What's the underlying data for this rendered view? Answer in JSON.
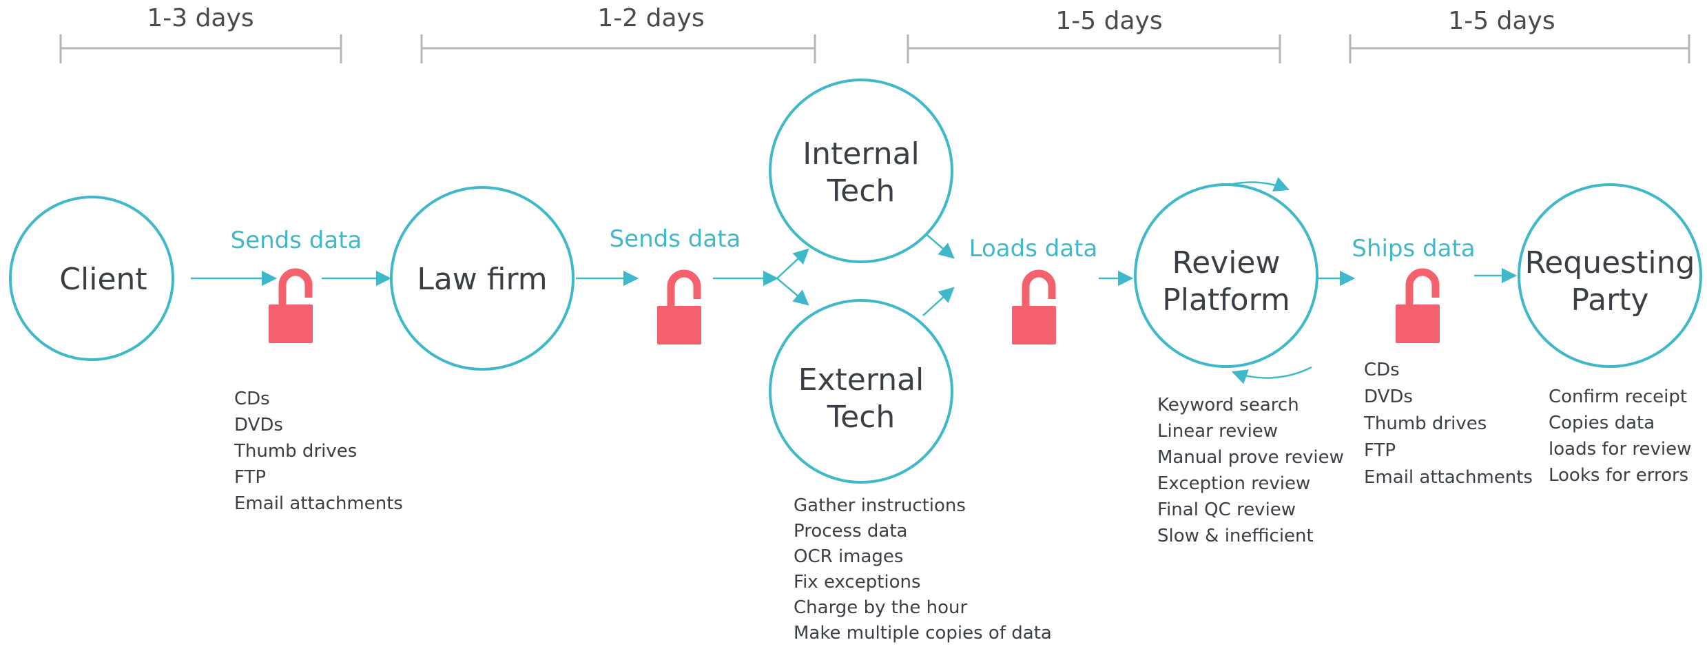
{
  "durations": [
    {
      "label": "1-3 days"
    },
    {
      "label": "1-2 days"
    },
    {
      "label": "1-5 days"
    },
    {
      "label": "1-5 days"
    }
  ],
  "nodes": {
    "client": {
      "lines": [
        "Client"
      ]
    },
    "law_firm": {
      "lines": [
        "Law firm"
      ]
    },
    "internal_tech": {
      "lines": [
        "Internal",
        "Tech"
      ]
    },
    "external_tech": {
      "lines": [
        "External",
        "Tech"
      ]
    },
    "review_platform": {
      "lines": [
        "Review",
        "Platform"
      ]
    },
    "requesting_party": {
      "lines": [
        "Requesting",
        "Party"
      ]
    }
  },
  "actions": [
    {
      "label": "Sends data"
    },
    {
      "label": "Sends data"
    },
    {
      "label": "Loads data"
    },
    {
      "label": "Ships data"
    }
  ],
  "notes": {
    "client_transfer": [
      "CDs",
      "DVDs",
      "Thumb drives",
      "FTP",
      "Email attachments"
    ],
    "tech_processing": [
      "Gather instructions",
      "Process data",
      "OCR images",
      "Fix exceptions",
      "Charge by the hour",
      "Make multiple copies of data"
    ],
    "review": [
      "Keyword search",
      "Linear review",
      "Manual prove review",
      "Exception review",
      "Final QC review",
      "Slow & inefficient"
    ],
    "shipping": [
      "CDs",
      "DVDs",
      "Thumb drives",
      "FTP",
      "Email attachments"
    ],
    "requesting_party": [
      "Confirm receipt",
      "Copies data",
      "loads for review",
      "Looks for errors"
    ]
  },
  "colors": {
    "accent": "#3fb8c9",
    "lock": "#f4606b",
    "text": "#3a3f45",
    "bracket": "#b5b5b5"
  },
  "icons": [
    "unlocked-padlock-icon"
  ]
}
